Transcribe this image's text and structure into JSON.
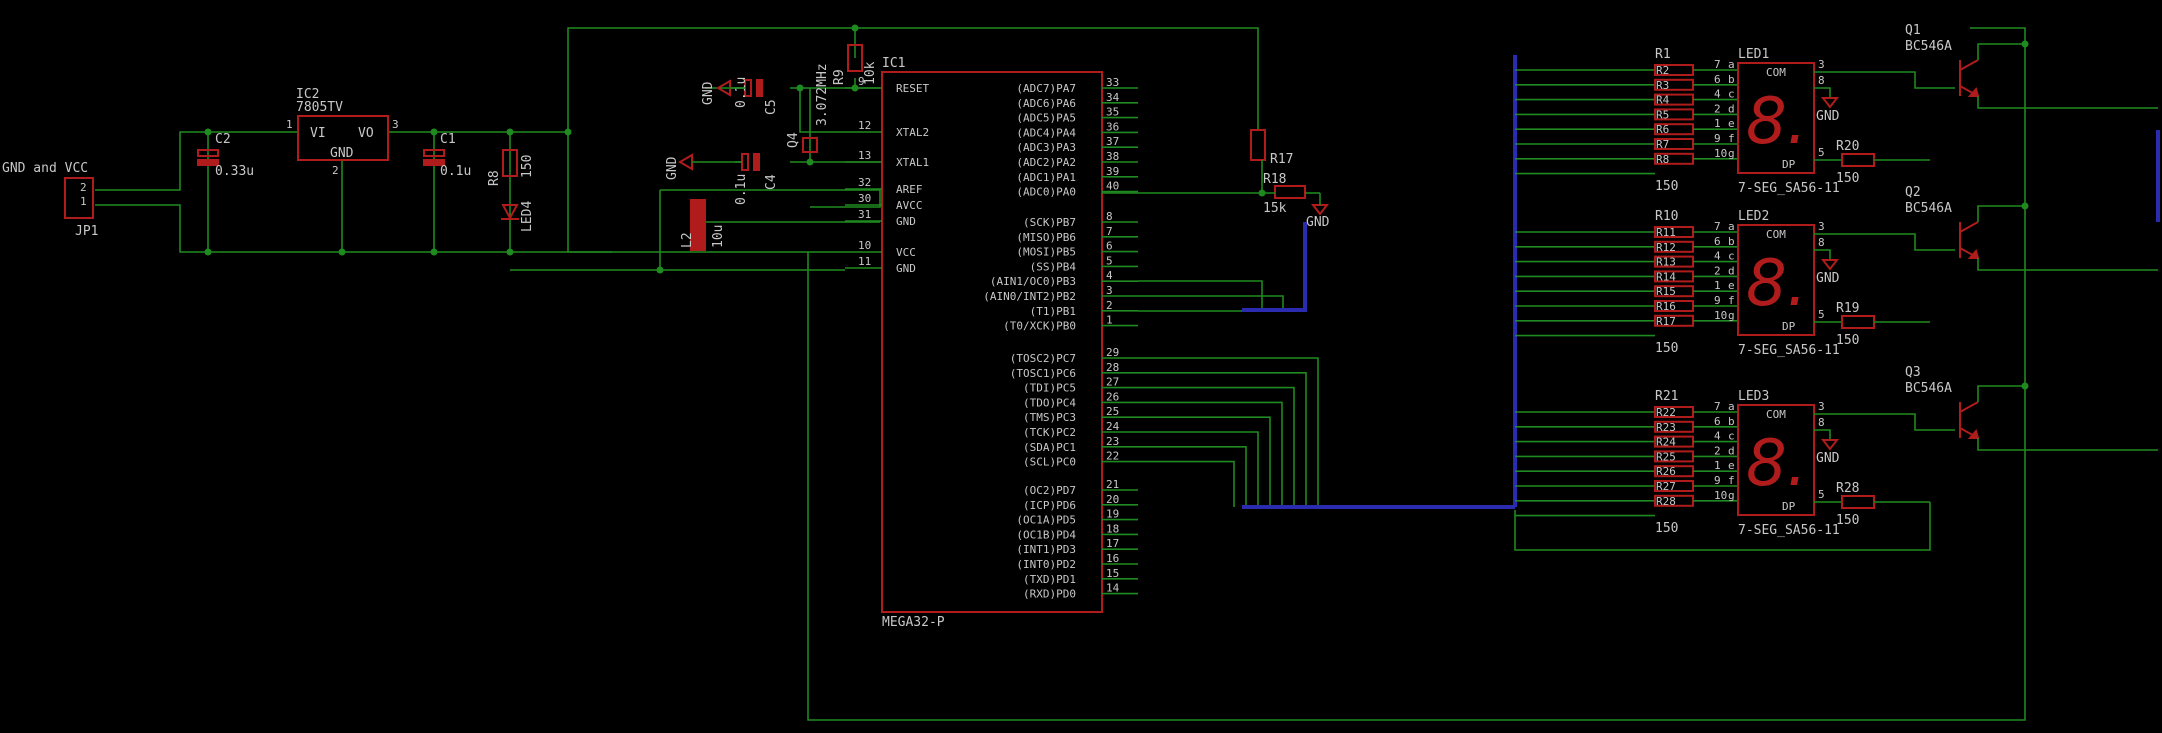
{
  "jp1": {
    "name": "JP1",
    "label": "GND and VCC",
    "pins": [
      "2",
      "1"
    ]
  },
  "ic2": {
    "name": "IC2",
    "value": "7805TV",
    "vi": "VI",
    "vo": "VO",
    "gnd": "GND",
    "p1": "1",
    "p2": "2",
    "p3": "3"
  },
  "c2": {
    "name": "C2",
    "value": "0.33u"
  },
  "c1": {
    "name": "C1",
    "value": "0.1u"
  },
  "r8": {
    "name": "R8",
    "value": "150"
  },
  "led4": {
    "name": "LED4"
  },
  "c5": {
    "name": "C5",
    "value": "0.1u"
  },
  "c4": {
    "name": "C4",
    "value": "0.1u"
  },
  "q4": {
    "name": "Q4",
    "value": "3.072MHz"
  },
  "r9": {
    "name": "R9",
    "value": "10k"
  },
  "l2": {
    "name": "L2",
    "value": "10u"
  },
  "gnd": "GND",
  "ic1": {
    "name": "IC1",
    "part": "MEGA32-P",
    "left": [
      {
        "pin": "9",
        "label": "RESET"
      },
      {
        "pin": "12",
        "label": "XTAL2"
      },
      {
        "pin": "13",
        "label": "XTAL1"
      },
      {
        "pin": "32",
        "label": "AREF"
      },
      {
        "pin": "30",
        "label": "AVCC"
      },
      {
        "pin": "31",
        "label": "GND"
      },
      {
        "pin": "10",
        "label": "VCC"
      },
      {
        "pin": "11",
        "label": "GND"
      }
    ],
    "right": [
      {
        "pin": "33",
        "label": "(ADC7)PA7"
      },
      {
        "pin": "34",
        "label": "(ADC6)PA6"
      },
      {
        "pin": "35",
        "label": "(ADC5)PA5"
      },
      {
        "pin": "36",
        "label": "(ADC4)PA4"
      },
      {
        "pin": "37",
        "label": "(ADC3)PA3"
      },
      {
        "pin": "38",
        "label": "(ADC2)PA2"
      },
      {
        "pin": "39",
        "label": "(ADC1)PA1"
      },
      {
        "pin": "40",
        "label": "(ADC0)PA0"
      },
      {
        "pin": "8",
        "label": "(SCK)PB7"
      },
      {
        "pin": "7",
        "label": "(MISO)PB6"
      },
      {
        "pin": "6",
        "label": "(MOSI)PB5"
      },
      {
        "pin": "5",
        "label": "(SS)PB4"
      },
      {
        "pin": "4",
        "label": "(AIN1/OC0)PB3"
      },
      {
        "pin": "3",
        "label": "(AIN0/INT2)PB2"
      },
      {
        "pin": "2",
        "label": "(T1)PB1"
      },
      {
        "pin": "1",
        "label": "(T0/XCK)PB0"
      },
      {
        "pin": "29",
        "label": "(TOSC2)PC7"
      },
      {
        "pin": "28",
        "label": "(TOSC1)PC6"
      },
      {
        "pin": "27",
        "label": "(TDI)PC5"
      },
      {
        "pin": "26",
        "label": "(TDO)PC4"
      },
      {
        "pin": "25",
        "label": "(TMS)PC3"
      },
      {
        "pin": "24",
        "label": "(TCK)PC2"
      },
      {
        "pin": "23",
        "label": "(SDA)PC1"
      },
      {
        "pin": "22",
        "label": "(SCL)PC0"
      },
      {
        "pin": "21",
        "label": "(OC2)PD7"
      },
      {
        "pin": "20",
        "label": "(ICP)PD6"
      },
      {
        "pin": "19",
        "label": "(OC1A)PD5"
      },
      {
        "pin": "18",
        "label": "(OC1B)PD4"
      },
      {
        "pin": "17",
        "label": "(INT1)PD3"
      },
      {
        "pin": "16",
        "label": "(INT0)PD2"
      },
      {
        "pin": "15",
        "label": "(TXD)PD1"
      },
      {
        "pin": "14",
        "label": "(RXD)PD0"
      }
    ]
  },
  "r17": {
    "name": "R17"
  },
  "r18": {
    "name": "R18",
    "value": "15k"
  },
  "displays": [
    {
      "led": "LED1",
      "part": "7-SEG_SA56-11",
      "q": "Q1",
      "qpart": "BC546A",
      "rtop": "R1",
      "rbot": "150",
      "rdp": "R20",
      "rdpval": "150",
      "resistors": [
        "R2",
        "R3",
        "R4",
        "R5",
        "R6",
        "R7",
        "R8"
      ]
    },
    {
      "led": "LED2",
      "part": "7-SEG_SA56-11",
      "q": "Q2",
      "qpart": "BC546A",
      "rtop": "R10",
      "rbot": "150",
      "rdp": "R19",
      "rdpval": "150",
      "resistors": [
        "R11",
        "R12",
        "R13",
        "R14",
        "R15",
        "R16",
        "R17"
      ]
    },
    {
      "led": "LED3",
      "part": "7-SEG_SA56-11",
      "q": "Q3",
      "qpart": "BC546A",
      "rtop": "R21",
      "rbot": "150",
      "rdp": "R28",
      "rdpval": "150",
      "resistors": [
        "R22",
        "R23",
        "R24",
        "R25",
        "R26",
        "R27",
        "R28"
      ]
    }
  ],
  "seg": {
    "digit": "8.",
    "com": "COM",
    "dp": "DP",
    "gnd": "GND",
    "pins": [
      [
        "7",
        "a"
      ],
      [
        "6",
        "b"
      ],
      [
        "4",
        "c"
      ],
      [
        "2",
        "d"
      ],
      [
        "1",
        "e"
      ],
      [
        "9",
        "f"
      ],
      [
        "10",
        "g"
      ]
    ],
    "comPin": "3",
    "pin8": "8",
    "dpPin": "5"
  }
}
